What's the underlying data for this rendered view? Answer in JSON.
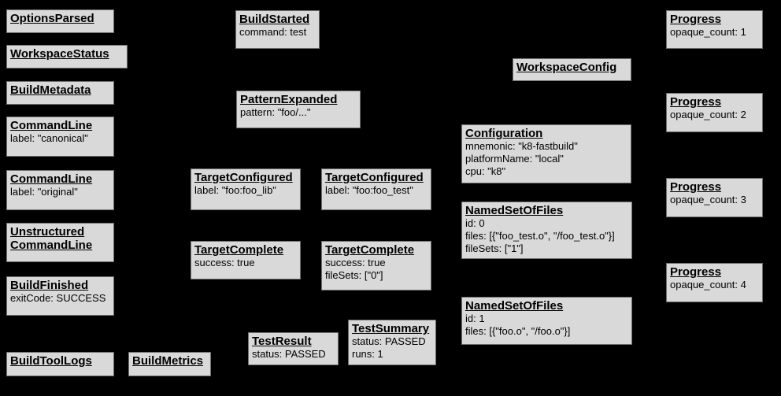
{
  "colors": {
    "background": "#000000",
    "node_fill": "#d9d9d9",
    "node_border": "#6f6f6f",
    "node_text": "#000000"
  },
  "nodes": {
    "optionsParsed": {
      "title": "OptionsParsed"
    },
    "workspaceStatus": {
      "title": "WorkspaceStatus"
    },
    "buildMetadata": {
      "title": "BuildMetadata"
    },
    "commandLineCanonical": {
      "title": "CommandLine",
      "lines": [
        "label: \"canonical\""
      ]
    },
    "commandLineOriginal": {
      "title": "CommandLine",
      "lines": [
        "label: \"original\""
      ]
    },
    "unstructuredCommandLine": {
      "titleLines": [
        "Unstructured",
        "CommandLine"
      ]
    },
    "buildFinished": {
      "title": "BuildFinished",
      "lines": [
        "exitCode: SUCCESS"
      ]
    },
    "buildToolLogs": {
      "title": "BuildToolLogs"
    },
    "buildMetrics": {
      "title": "BuildMetrics"
    },
    "buildStarted": {
      "title": "BuildStarted",
      "lines": [
        "command: test"
      ]
    },
    "patternExpanded": {
      "title": "PatternExpanded",
      "lines": [
        "pattern: \"foo/...\""
      ]
    },
    "targetConfiguredLib": {
      "title": "TargetConfigured",
      "lines": [
        "label: \"foo:foo_lib\""
      ]
    },
    "targetCompleteLib": {
      "title": "TargetComplete",
      "lines": [
        "success: true"
      ]
    },
    "testResult": {
      "title": "TestResult",
      "lines": [
        "status: PASSED"
      ]
    },
    "targetConfiguredTest": {
      "title": "TargetConfigured",
      "lines": [
        "label: \"foo:foo_test\""
      ]
    },
    "targetCompleteTest": {
      "title": "TargetComplete",
      "lines": [
        "success: true",
        "fileSets: [\"0\"]"
      ]
    },
    "testSummary": {
      "title": "TestSummary",
      "lines": [
        "status: PASSED",
        "runs: 1"
      ]
    },
    "workspaceConfig": {
      "title": "WorkspaceConfig"
    },
    "configuration": {
      "title": "Configuration",
      "lines": [
        "mnemonic: \"k8-fastbuild\"",
        "platformName: \"local\"",
        "cpu: \"k8\""
      ]
    },
    "namedSetOfFiles0": {
      "title": "NamedSetOfFiles",
      "lines": [
        "id: 0",
        "files: [{\"foo_test.o\", \"/foo_test.o\"}]",
        "fileSets: [\"1\"]"
      ]
    },
    "namedSetOfFiles1": {
      "title": "NamedSetOfFiles",
      "lines": [
        "id: 1",
        "files: [{\"foo.o\", \"/foo.o\"}]"
      ]
    },
    "progress1": {
      "title": "Progress",
      "lines": [
        "opaque_count: 1"
      ]
    },
    "progress2": {
      "title": "Progress",
      "lines": [
        "opaque_count: 2"
      ]
    },
    "progress3": {
      "title": "Progress",
      "lines": [
        "opaque_count: 3"
      ]
    },
    "progress4": {
      "title": "Progress",
      "lines": [
        "opaque_count: 4"
      ]
    }
  }
}
